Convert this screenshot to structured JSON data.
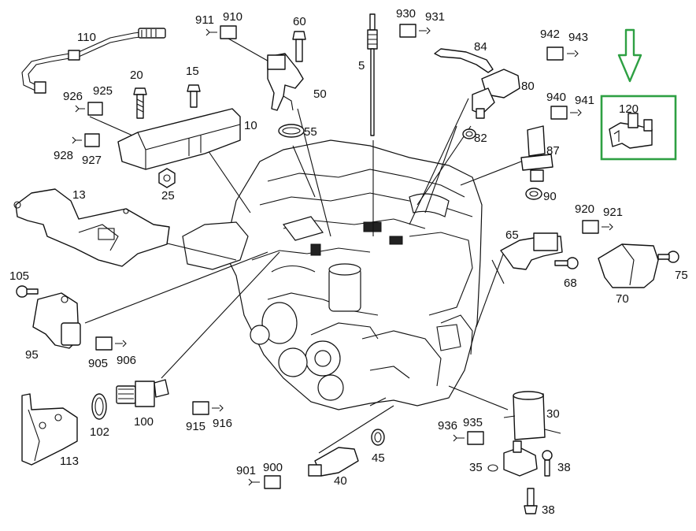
{
  "labels": {
    "p110": "110",
    "p20": "20",
    "p15": "15",
    "p926": "926",
    "p925": "925",
    "p928": "928",
    "p927": "927",
    "p10": "10",
    "p25": "25",
    "p13": "13",
    "p911": "911",
    "p910": "910",
    "p60": "60",
    "p50": "50",
    "p55": "55",
    "p5": "5",
    "p930": "930",
    "p931": "931",
    "p84": "84",
    "p942": "942",
    "p943": "943",
    "p80": "80",
    "p82": "82",
    "p940": "940",
    "p941": "941",
    "p87": "87",
    "p90": "90",
    "p120": "120",
    "p920": "920",
    "p921": "921",
    "p65": "65",
    "p68": "68",
    "p70": "70",
    "p75": "75",
    "p105": "105",
    "p95": "95",
    "p905": "905",
    "p906": "906",
    "p102": "102",
    "p100": "100",
    "p915": "915",
    "p916": "916",
    "p113": "113",
    "p901": "901",
    "p900": "900",
    "p40": "40",
    "p45": "45",
    "p30": "30",
    "p936": "936",
    "p935": "935",
    "p35": "35",
    "p38a": "38",
    "p38b": "38"
  },
  "highlight": {
    "part": "120",
    "box_color": "#2ea043",
    "arrow_color": "#2ea043"
  }
}
